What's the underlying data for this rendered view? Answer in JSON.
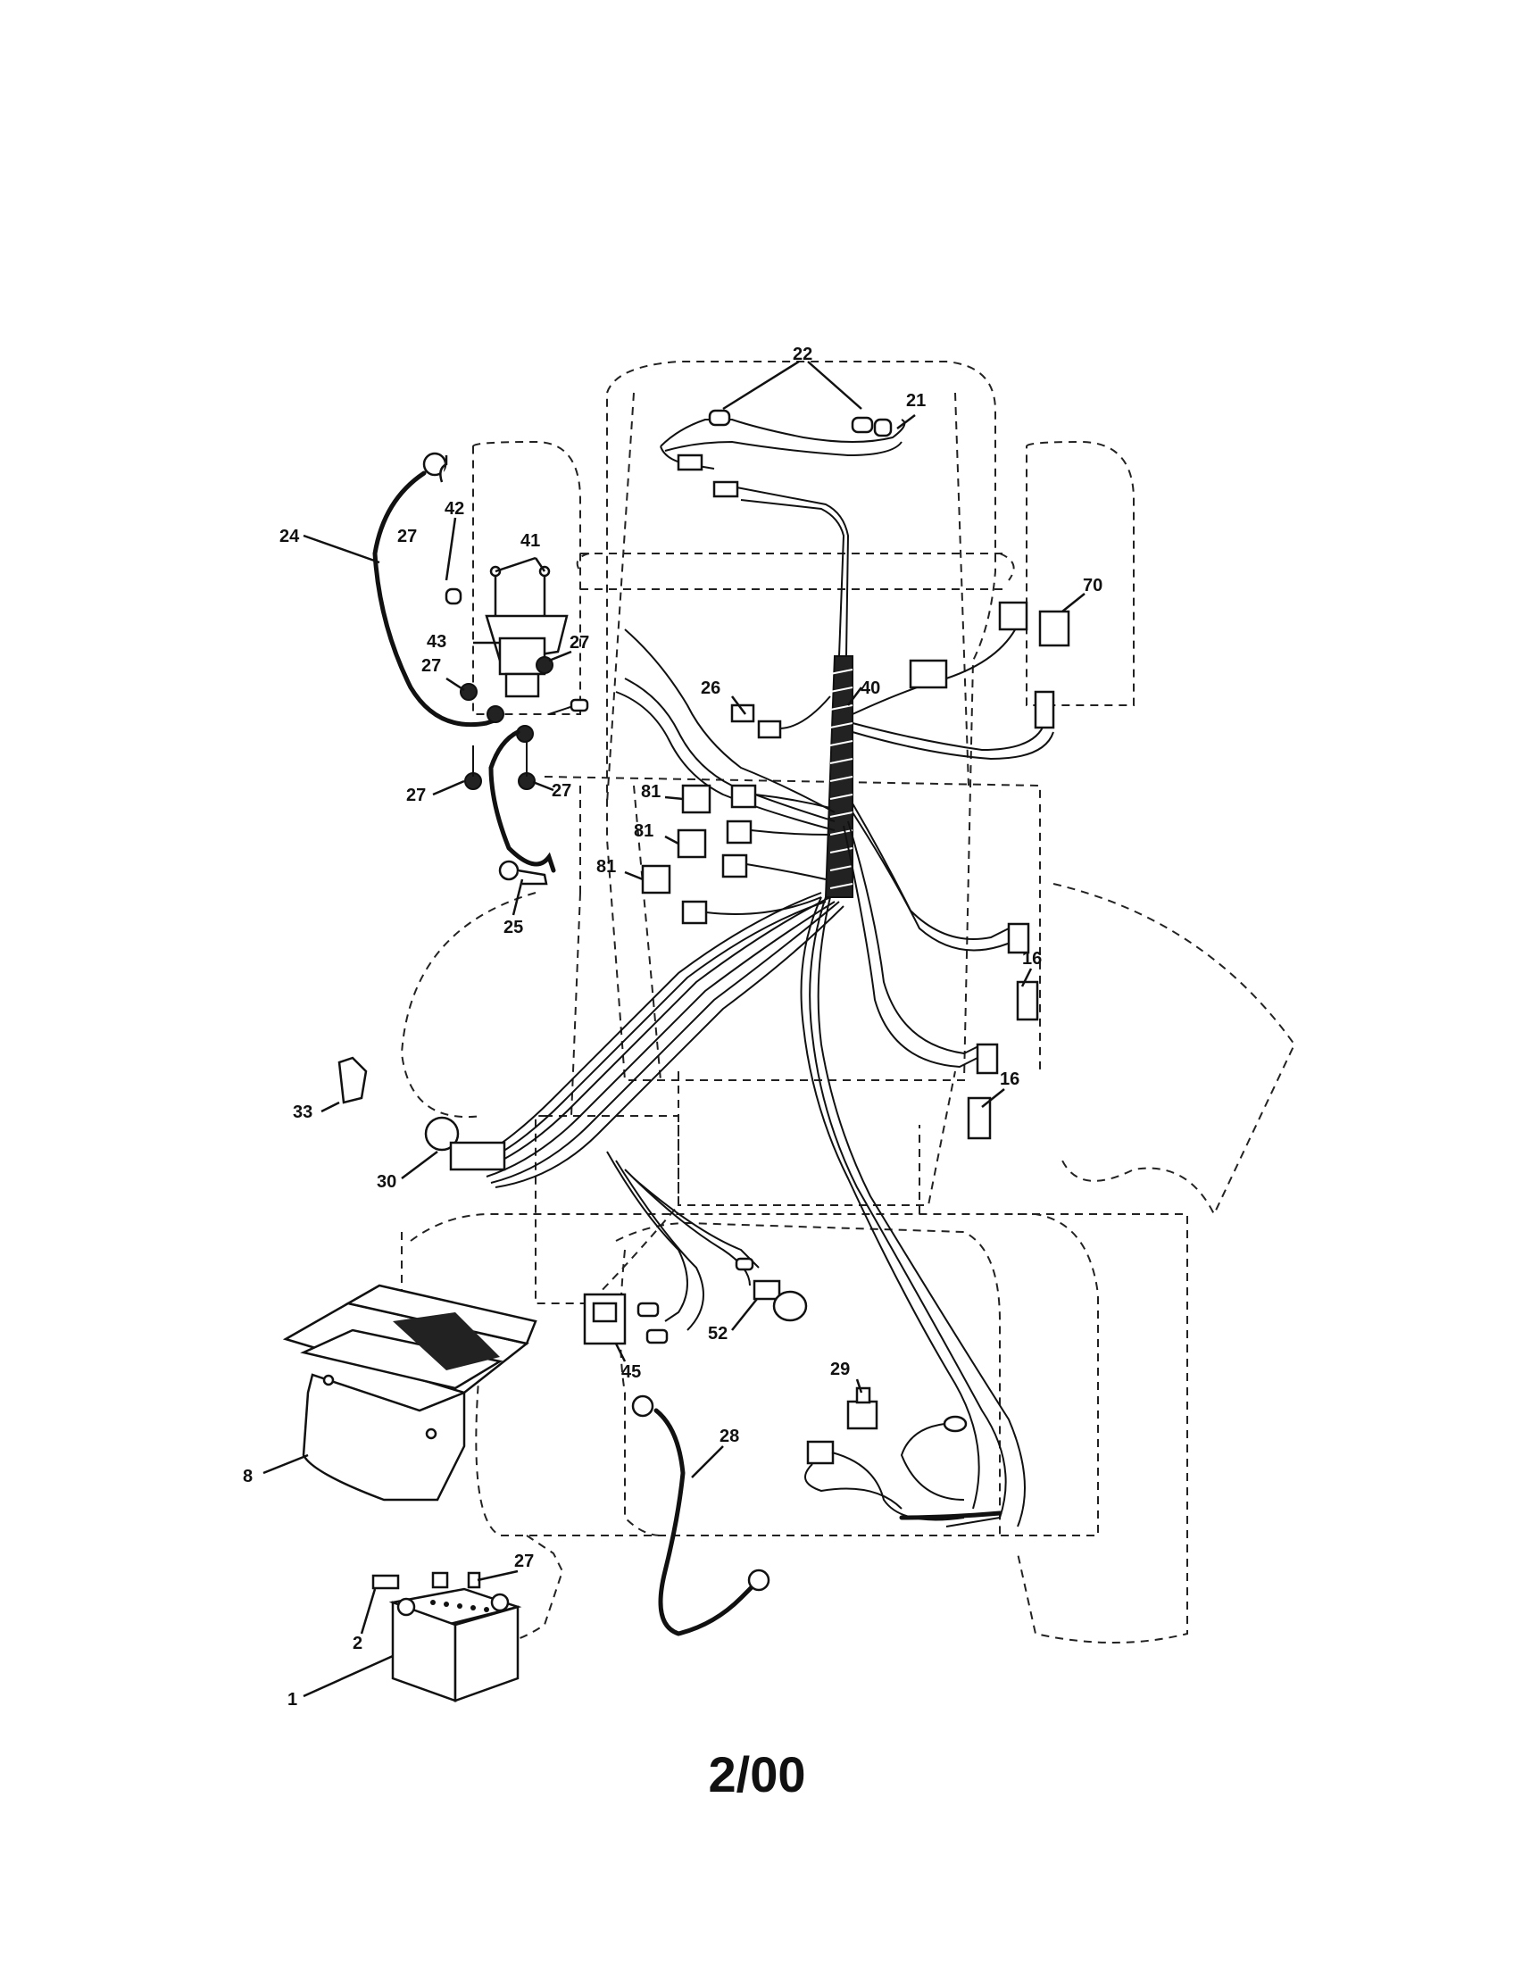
{
  "callouts": [
    "1",
    "2",
    "8",
    "16",
    "16",
    "21",
    "22",
    "24",
    "25",
    "26",
    "27",
    "27",
    "27",
    "27",
    "27",
    "27",
    "28",
    "29",
    "30",
    "33",
    "40",
    "41",
    "42",
    "43",
    "45",
    "52",
    "70",
    "81",
    "81",
    "81"
  ],
  "footer": {
    "date": "2/00"
  }
}
